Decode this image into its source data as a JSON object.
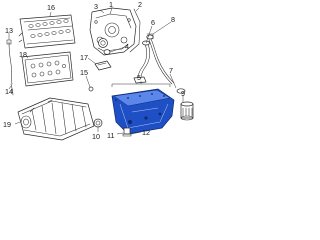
{
  "callouts": {
    "c1": "1",
    "c2": "2",
    "c3": "3",
    "c4": "4",
    "c5": "5",
    "c6": "6",
    "c7": "7",
    "c8": "8",
    "c9": "9",
    "c10": "10",
    "c11": "11",
    "c12": "12",
    "c13": "13",
    "c14": "14",
    "c15": "15",
    "c16": "16",
    "c17": "17",
    "c18": "18",
    "c19": "19"
  },
  "colors": {
    "highlight": "#1f4fc4",
    "highlight_light": "#5b86ea",
    "line": "#2a2a2a"
  }
}
